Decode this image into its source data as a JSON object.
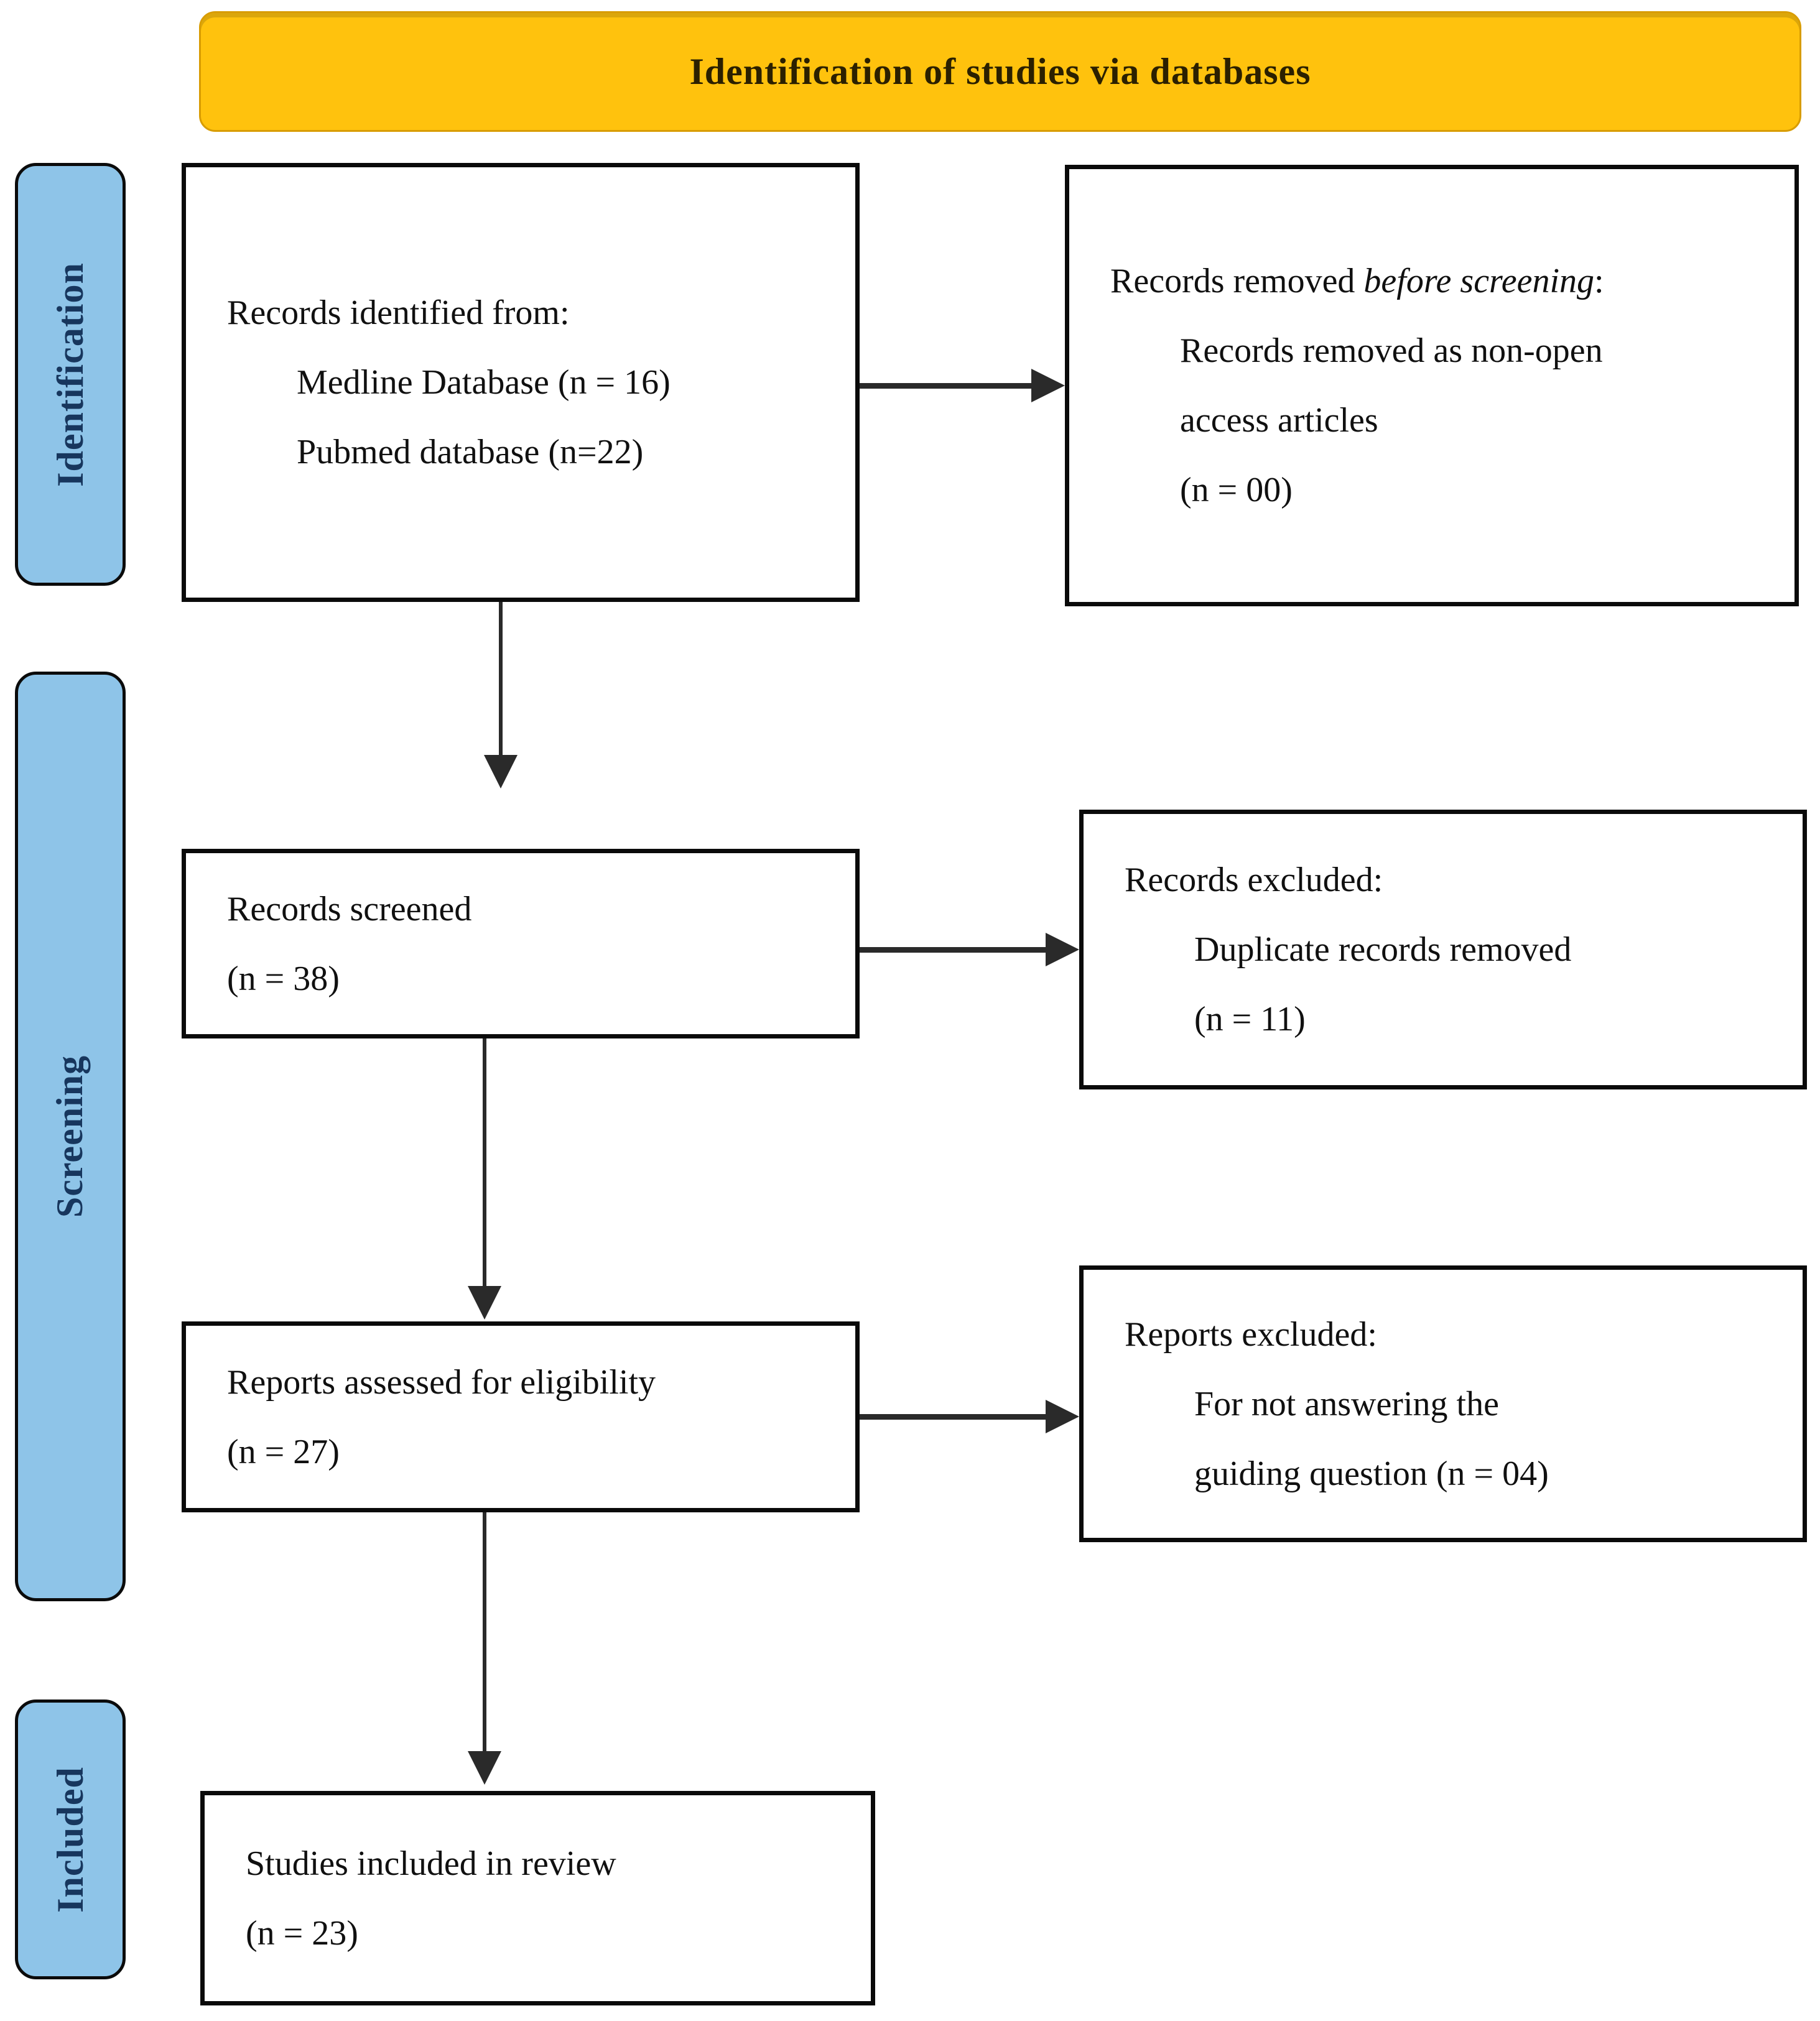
{
  "title": "Identification of studies via databases",
  "stages": {
    "identification": "Identification",
    "screening": "Screening",
    "included": "Included"
  },
  "boxes": {
    "records_identified": {
      "heading": "Records identified from:",
      "items": [
        "Medline Database (n = 16)",
        "Pubmed database (n=22)"
      ]
    },
    "records_removed": {
      "heading_prefix": "Records removed ",
      "heading_italic": "before screening",
      "heading_suffix": ":",
      "items": [
        "Records removed as non-open",
        "access articles",
        "(n = 00)"
      ]
    },
    "records_screened": {
      "lines": [
        "Records screened",
        "(n = 38)"
      ]
    },
    "records_excluded": {
      "heading": "Records excluded:",
      "items": [
        "Duplicate records removed",
        "(n = 11)"
      ]
    },
    "reports_assessed": {
      "lines": [
        "Reports assessed for eligibility",
        "(n = 27)"
      ]
    },
    "reports_excluded": {
      "heading": "Reports excluded:",
      "items": [
        "For not answering the",
        "guiding question (n = 04)"
      ]
    },
    "studies_included": {
      "lines": [
        "Studies included in review",
        "(n = 23)"
      ]
    }
  },
  "colors": {
    "banner_fill": "#FFC20D",
    "banner_border": "#D89C00",
    "banner_text": "#2B2000",
    "sidebar_fill": "#8EC4E8",
    "sidebar_border": "#0B0B0B",
    "sidebar_text": "#17365D",
    "box_border": "#0A0A0A",
    "box_bg": "#FFFFFF",
    "text": "#101010",
    "arrow": "#2A2A2A"
  }
}
